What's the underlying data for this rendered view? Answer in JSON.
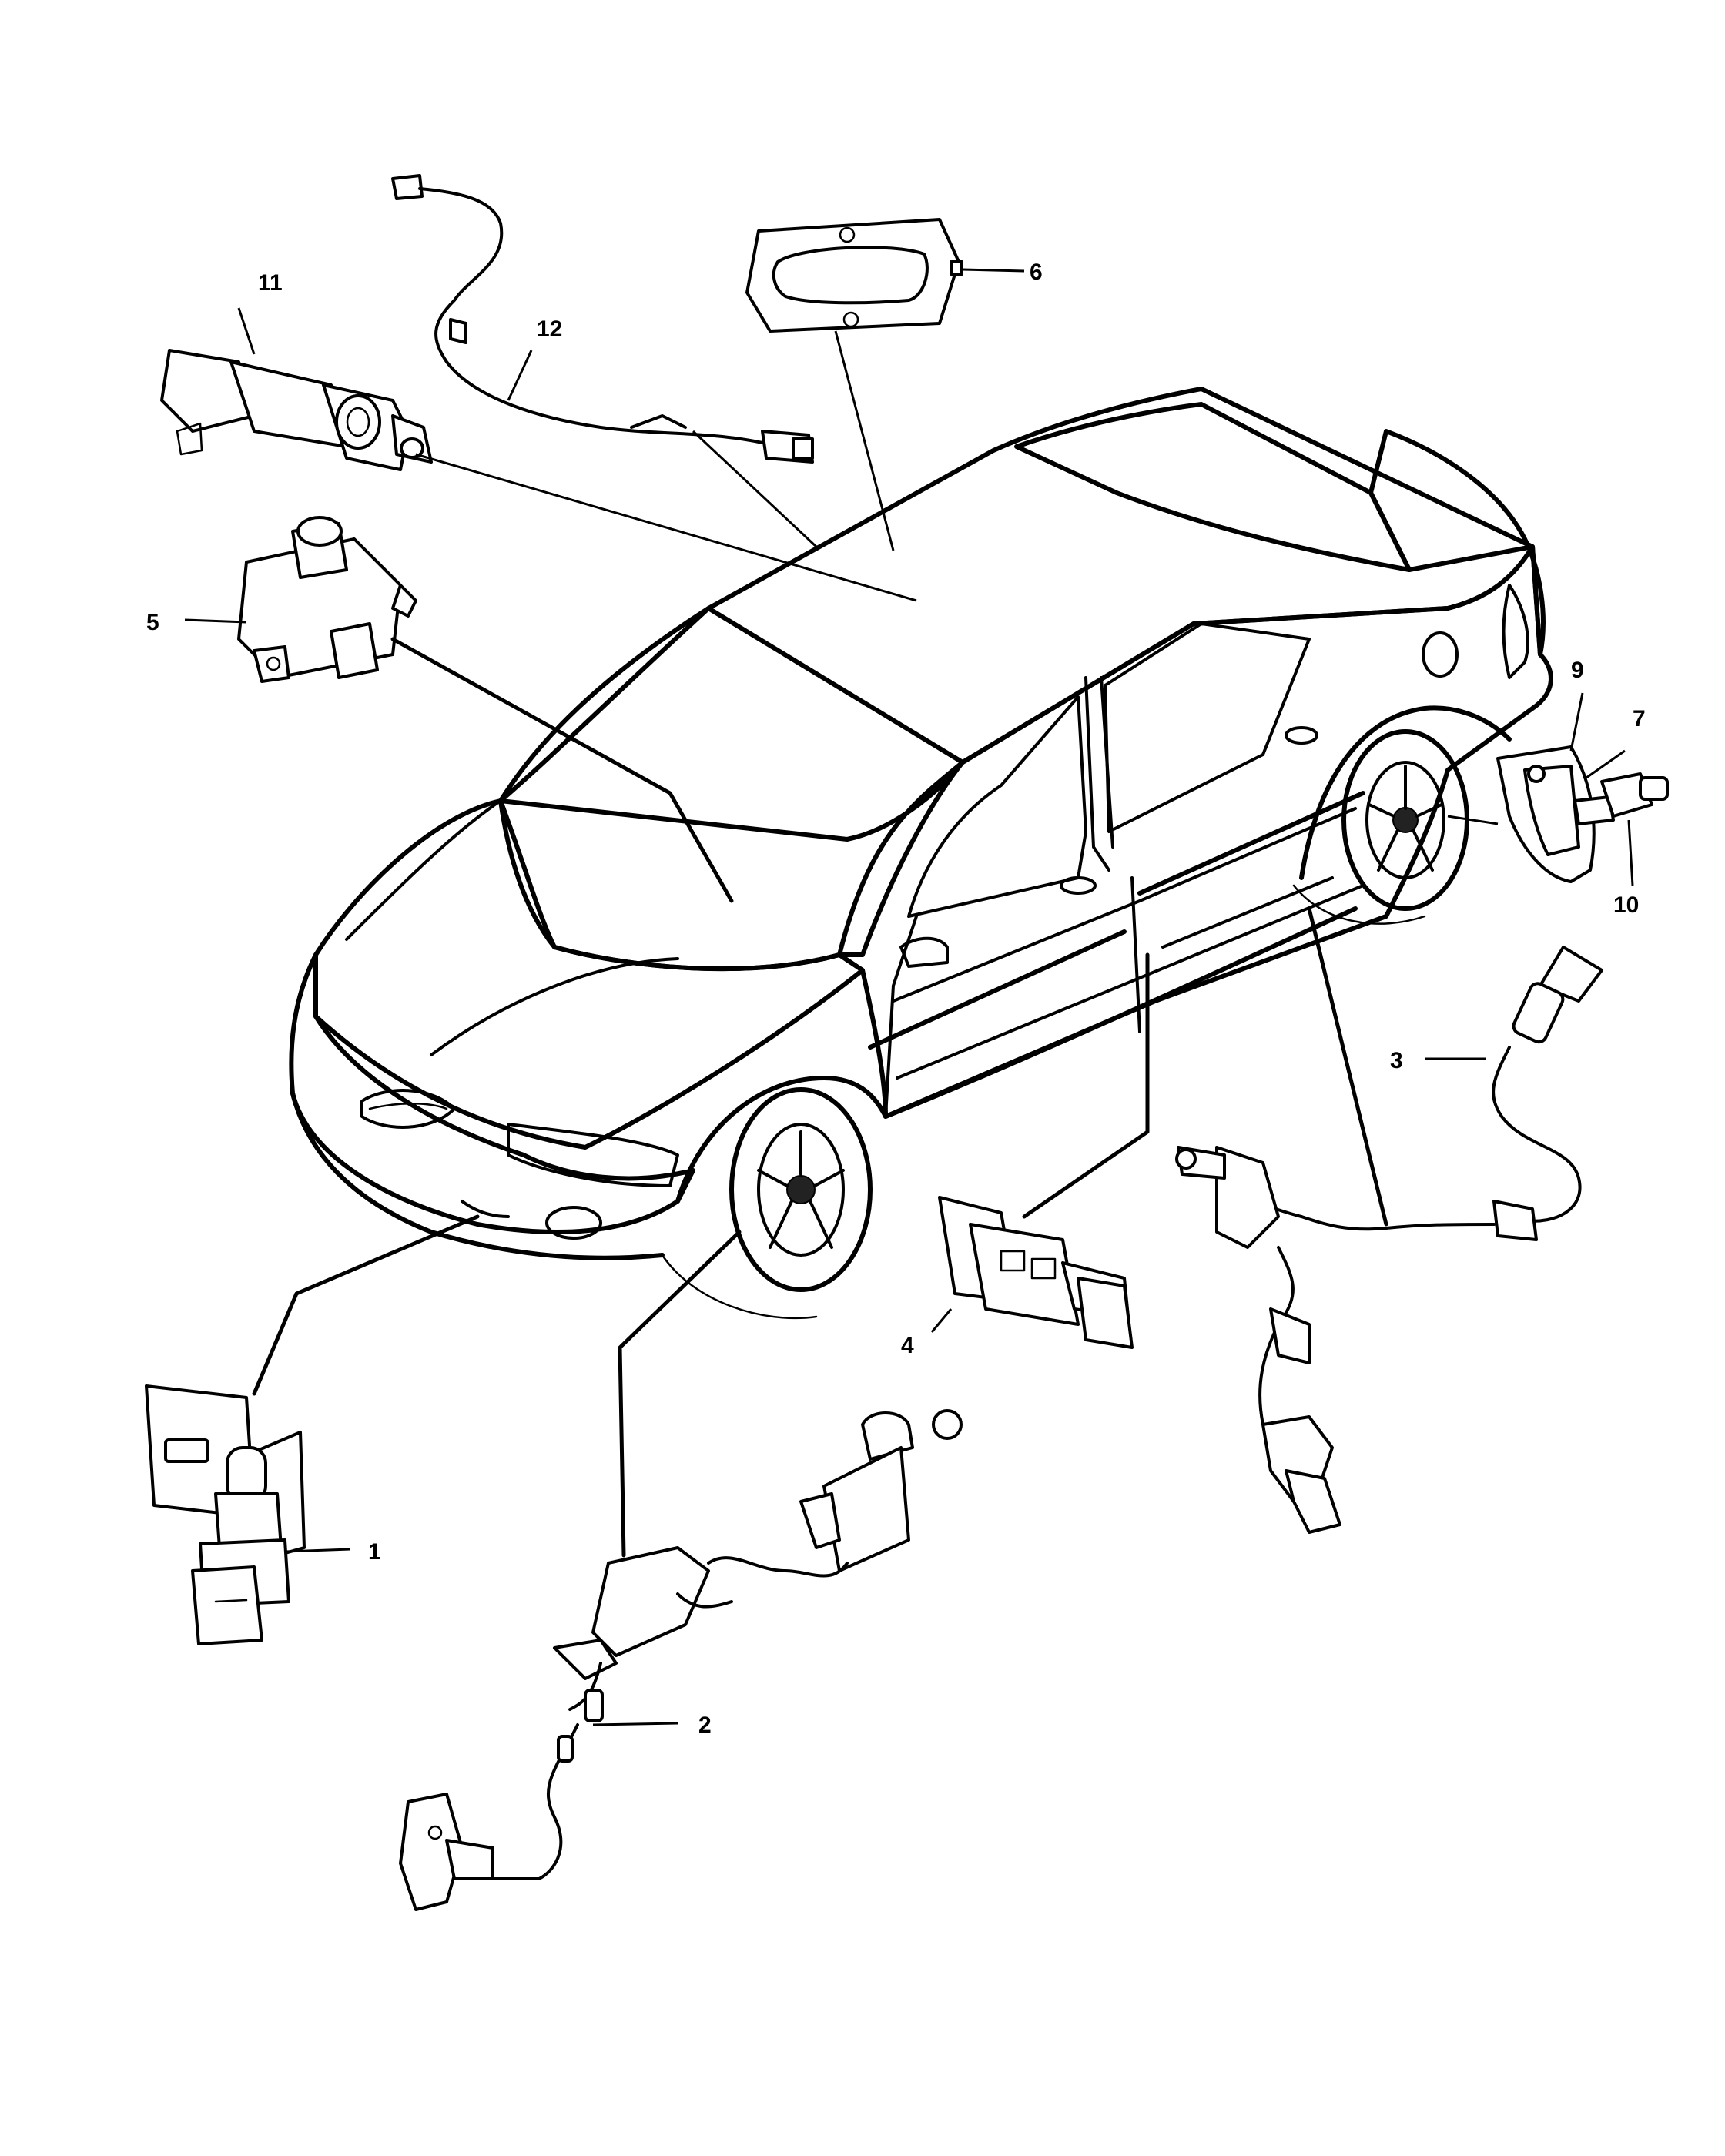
{
  "callouts": [
    {
      "id": "1",
      "label": "1"
    },
    {
      "id": "2",
      "label": "2"
    },
    {
      "id": "3",
      "label": "3"
    },
    {
      "id": "4",
      "label": "4"
    },
    {
      "id": "5",
      "label": "5"
    },
    {
      "id": "6",
      "label": "6"
    },
    {
      "id": "7",
      "label": "7"
    },
    {
      "id": "9",
      "label": "9"
    },
    {
      "id": "10",
      "label": "10"
    },
    {
      "id": "11",
      "label": "11"
    },
    {
      "id": "12",
      "label": "12"
    }
  ],
  "colors": {
    "line": "#000000",
    "background": "#ffffff"
  }
}
